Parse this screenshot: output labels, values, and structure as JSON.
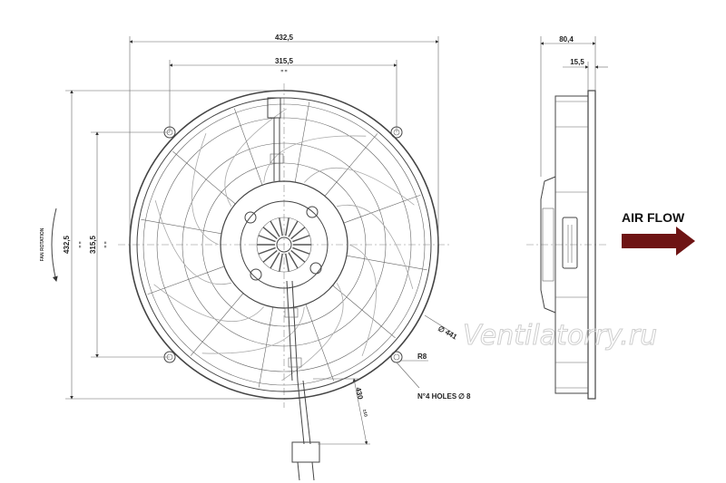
{
  "dimensions": {
    "overall_width": "432,5",
    "hole_spacing_width": "315,5",
    "overall_height": "432,5",
    "hole_spacing_height": "315,5",
    "depth": "80,4",
    "flange": "15,5",
    "diameter": "441",
    "radius": "R8",
    "cable_length": "430",
    "cable_tolerance": "±10"
  },
  "labels": {
    "fan_rotation": "FAN ROTATION",
    "holes": "N°4 HOLES",
    "hole_dia": "8",
    "air_flow": "AIR FLOW",
    "watermark": "Ventilatorry.ru"
  },
  "colors": {
    "arrow": "#6e1414",
    "line": "#444444"
  }
}
